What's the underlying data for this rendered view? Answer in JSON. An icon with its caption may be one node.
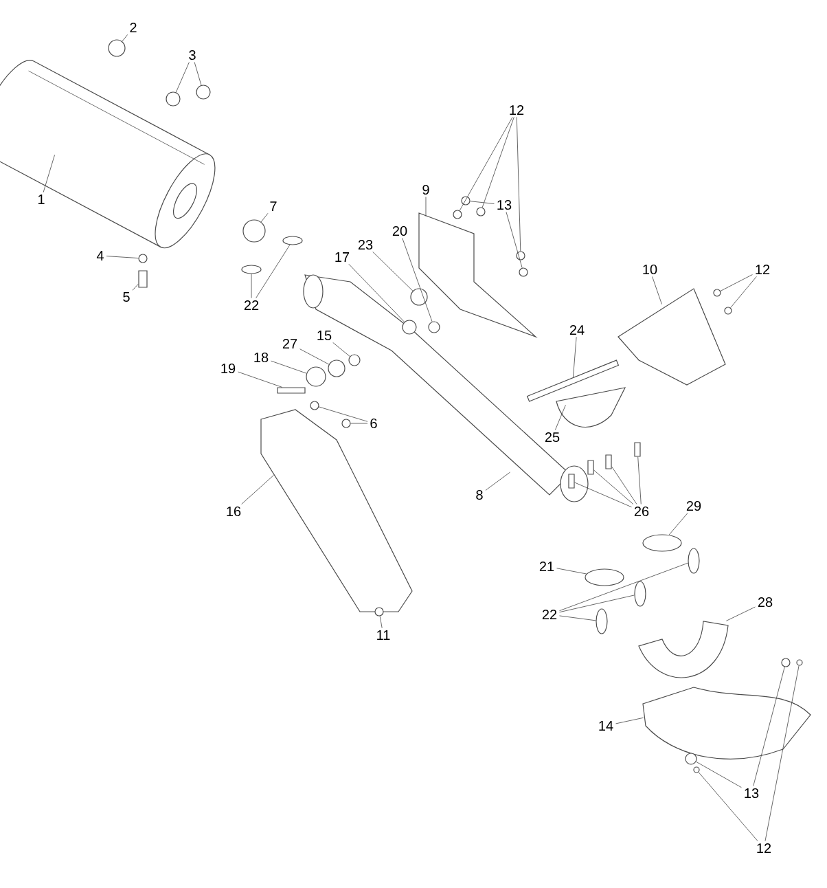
{
  "diagram": {
    "nodes": [
      {
        "text": [
          "2"
        ]
      },
      {
        "text": [
          "3"
        ]
      },
      {
        "text": [
          "12"
        ]
      },
      {
        "text": [
          "1"
        ]
      },
      {
        "text": [
          "9"
        ]
      },
      {
        "text": [
          "13"
        ]
      },
      {
        "text": [
          "7"
        ]
      },
      {
        "text": [
          "20"
        ]
      },
      {
        "text": [
          "4"
        ]
      },
      {
        "text": [
          "23"
        ]
      },
      {
        "text": [
          "17"
        ]
      },
      {
        "text": [
          "10"
        ]
      },
      {
        "text": [
          "12"
        ]
      },
      {
        "text": [
          "5"
        ]
      },
      {
        "text": [
          "22"
        ]
      },
      {
        "text": [
          "24"
        ]
      },
      {
        "text": [
          "15"
        ]
      },
      {
        "text": [
          "27"
        ]
      },
      {
        "text": [
          "18"
        ]
      },
      {
        "text": [
          "19"
        ]
      },
      {
        "text": [
          "6"
        ]
      },
      {
        "text": [
          "25"
        ]
      },
      {
        "text": [
          "8"
        ]
      },
      {
        "text": [
          "29"
        ]
      },
      {
        "text": [
          "16"
        ]
      },
      {
        "text": [
          "26"
        ]
      },
      {
        "text": [
          "21"
        ]
      },
      {
        "text": [
          "22"
        ]
      },
      {
        "text": [
          "28"
        ]
      },
      {
        "text": [
          "11"
        ]
      },
      {
        "text": [
          "14"
        ]
      },
      {
        "text": [
          "13"
        ]
      },
      {
        "text": [
          "12"
        ]
      },
      {
        "text": [],
        "shape": "circle"
      },
      {
        "text": [],
        "shape": "circle"
      },
      {
        "text": [],
        "shape": "circle"
      },
      {
        "text": [],
        "shape": "circle"
      },
      {
        "text": [],
        "shape": "circle"
      },
      {
        "text": [],
        "shape": "circle"
      },
      {
        "text": [],
        "shape": "picture"
      },
      {
        "text": [],
        "shape": "picture"
      },
      {
        "text": [],
        "shape": "circle"
      },
      {
        "text": [],
        "shape": "circle"
      },
      {
        "text": [],
        "shape": "circle"
      },
      {
        "text": [],
        "shape": "circle"
      },
      {
        "text": [],
        "shape": "circle"
      },
      {
        "text": [],
        "shape": "circle"
      },
      {
        "text": [],
        "shape": "circle"
      },
      {
        "text": [],
        "shape": "picture"
      },
      {
        "text": [],
        "shape": "circle"
      },
      {
        "text": [],
        "shape": "circle"
      },
      {
        "text": [],
        "shape": "box"
      },
      {
        "text": [],
        "shape": "ellipse"
      },
      {
        "text": [],
        "shape": "ellipse"
      },
      {
        "text": [],
        "shape": "box"
      },
      {
        "text": [],
        "shape": "circle"
      },
      {
        "text": [],
        "shape": "circle"
      },
      {
        "text": [],
        "shape": "circle"
      },
      {
        "text": [],
        "shape": "box"
      },
      {
        "text": [],
        "shape": "circle"
      },
      {
        "text": [],
        "shape": "circle"
      },
      {
        "text": [],
        "shape": "picture"
      },
      {
        "text": [],
        "shape": "picture"
      },
      {
        "text": [],
        "shape": "ellipse"
      },
      {
        "text": [],
        "shape": "picture"
      },
      {
        "text": [],
        "shape": "box"
      },
      {
        "text": [],
        "shape": "box"
      },
      {
        "text": [],
        "shape": "box"
      },
      {
        "text": [],
        "shape": "box"
      },
      {
        "text": [],
        "shape": "ellipse"
      },
      {
        "text": [],
        "shape": "ellipse"
      },
      {
        "text": [],
        "shape": "ellipse"
      },
      {
        "text": [],
        "shape": "ellipse"
      },
      {
        "text": [],
        "shape": "picture"
      },
      {
        "text": [],
        "shape": "circle"
      },
      {
        "text": [],
        "shape": "picture"
      },
      {
        "text": [],
        "shape": "circle"
      },
      {
        "text": [],
        "shape": "circle"
      },
      {
        "text": [],
        "shape": "circle"
      },
      {
        "text": [],
        "shape": "circle"
      }
    ],
    "edges": [
      {
        "from": 0,
        "to": 33,
        "arrow": "none"
      },
      {
        "from": 1,
        "to": 34,
        "arrow": "none"
      },
      {
        "from": 1,
        "to": 35,
        "arrow": "none"
      },
      {
        "from": 2,
        "to": 36,
        "arrow": "none"
      },
      {
        "from": 2,
        "to": 37,
        "arrow": "none"
      },
      {
        "from": 2,
        "to": 38,
        "arrow": "none"
      },
      {
        "from": 3,
        "to": 39,
        "arrow": "none"
      },
      {
        "from": 4,
        "to": 40,
        "arrow": "none"
      },
      {
        "from": 5,
        "to": 41,
        "arrow": "none"
      },
      {
        "from": 5,
        "to": 42,
        "arrow": "none"
      },
      {
        "from": 6,
        "to": 43,
        "arrow": "none"
      },
      {
        "from": 7,
        "to": 44,
        "arrow": "none"
      },
      {
        "from": 8,
        "to": 45,
        "arrow": "none"
      },
      {
        "from": 9,
        "to": 46,
        "arrow": "none"
      },
      {
        "from": 10,
        "to": 47,
        "arrow": "none"
      },
      {
        "from": 11,
        "to": 48,
        "arrow": "none"
      },
      {
        "from": 12,
        "to": 49,
        "arrow": "none"
      },
      {
        "from": 12,
        "to": 50,
        "arrow": "none"
      },
      {
        "from": 13,
        "to": 51,
        "arrow": "none"
      },
      {
        "from": 14,
        "to": 52,
        "arrow": "none"
      },
      {
        "from": 14,
        "to": 53,
        "arrow": "none"
      },
      {
        "from": 15,
        "to": 54,
        "arrow": "none"
      },
      {
        "from": 16,
        "to": 55,
        "arrow": "none"
      },
      {
        "from": 17,
        "to": 56,
        "arrow": "none"
      },
      {
        "from": 18,
        "to": 57,
        "arrow": "none"
      },
      {
        "from": 19,
        "to": 58,
        "arrow": "none"
      },
      {
        "from": 20,
        "to": 59,
        "arrow": "none"
      },
      {
        "from": 20,
        "to": 60,
        "arrow": "none"
      },
      {
        "from": 21,
        "to": 61,
        "arrow": "none"
      },
      {
        "from": 22,
        "to": 62,
        "arrow": "none"
      },
      {
        "from": 23,
        "to": 63,
        "arrow": "none"
      },
      {
        "from": 24,
        "to": 64,
        "arrow": "none"
      },
      {
        "from": 25,
        "to": 65,
        "arrow": "none"
      },
      {
        "from": 25,
        "to": 66,
        "arrow": "none"
      },
      {
        "from": 25,
        "to": 67,
        "arrow": "none"
      },
      {
        "from": 25,
        "to": 68,
        "arrow": "none"
      },
      {
        "from": 26,
        "to": 69,
        "arrow": "none"
      },
      {
        "from": 27,
        "to": 70,
        "arrow": "none"
      },
      {
        "from": 27,
        "to": 71,
        "arrow": "none"
      },
      {
        "from": 27,
        "to": 72,
        "arrow": "none"
      },
      {
        "from": 28,
        "to": 73,
        "arrow": "none"
      },
      {
        "from": 29,
        "to": 74,
        "arrow": "none"
      },
      {
        "from": 30,
        "to": 75,
        "arrow": "none"
      },
      {
        "from": 31,
        "to": 76,
        "arrow": "none"
      },
      {
        "from": 31,
        "to": 77,
        "arrow": "none"
      },
      {
        "from": 32,
        "to": 78,
        "arrow": "none"
      },
      {
        "from": 32,
        "to": 79,
        "arrow": "none"
      }
    ]
  }
}
